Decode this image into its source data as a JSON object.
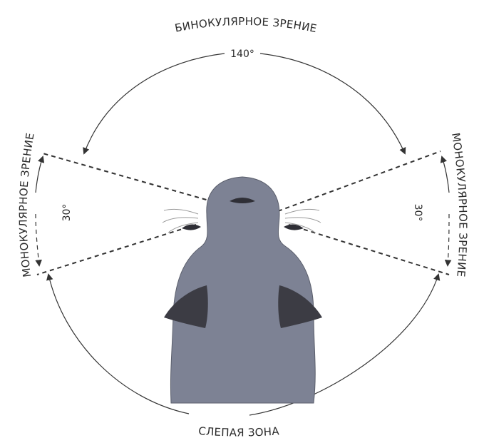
{
  "labels": {
    "binocular": "БИНОКУЛЯРНОЕ ЗРЕНИЕ",
    "binocular_angle": "140°",
    "monocular_left": "МОНОКУЛЯРНОЕ ЗРЕНИЕ",
    "monocular_left_angle": "30°",
    "monocular_right": "МОНОКУЛЯРНОЕ ЗРЕНИЕ",
    "monocular_right_angle": "30°",
    "blind": "СЛЕПАЯ ЗОНА"
  },
  "colors": {
    "animal_body": "#7d8294",
    "animal_dark": "#3c3c44",
    "lines": "#333333"
  }
}
